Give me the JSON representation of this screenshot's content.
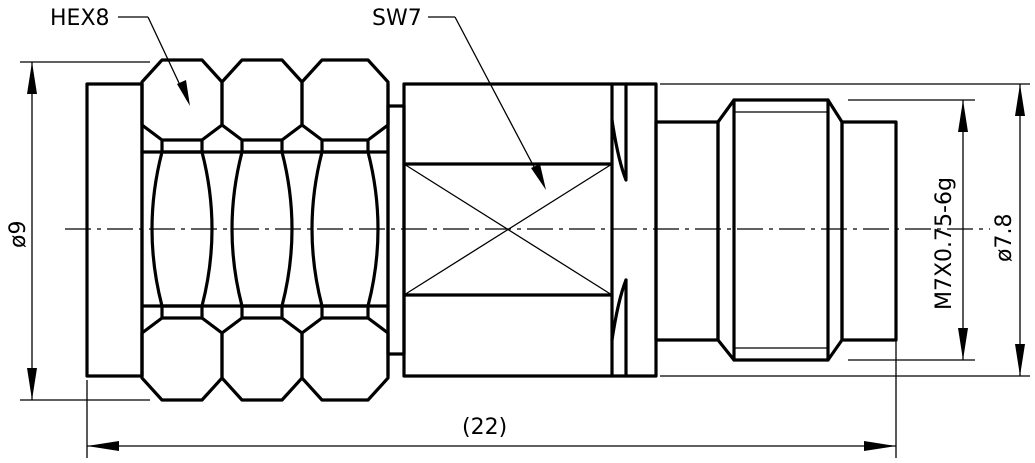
{
  "labels": {
    "hex": "HEX8",
    "wrench": "SW7",
    "thread": "M7X0.75-6g",
    "dia_left": "ø9",
    "dia_right": "ø7.8",
    "length": "(22)"
  }
}
